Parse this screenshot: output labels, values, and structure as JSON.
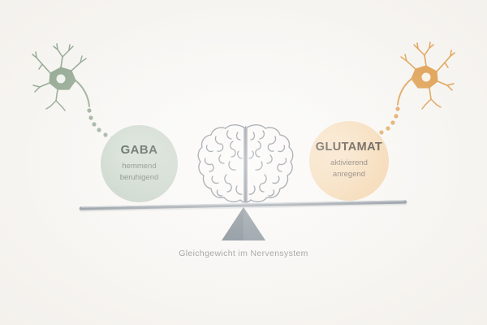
{
  "diagram": {
    "caption": "Gleichgewicht im Nervensystem",
    "background_color": "#f6f4f0"
  },
  "left_node": {
    "title": "GABA",
    "sub_line_1": "hemmend",
    "sub_line_2": "beruhigend",
    "color": "#c5d1c4",
    "accent_color": "#8fa58f",
    "neuron_icon": "neuron-icon",
    "trail_icon": "dotted-signal-trail-icon"
  },
  "right_node": {
    "title": "GLUTAMAT",
    "sub_line_1": "aktivierend",
    "sub_line_2": "anregend",
    "color": "#f4d6ae",
    "accent_color": "#e0a156",
    "neuron_icon": "neuron-icon",
    "trail_icon": "dotted-signal-trail-icon"
  },
  "center": {
    "icon": "brain-icon",
    "circle_color": "#ffffff",
    "outline_color": "#6d7780"
  },
  "balance": {
    "beam_icon": "balance-beam-icon",
    "fulcrum_icon": "fulcrum-triangle-icon",
    "beam_color": "#9aa2a8",
    "fulcrum_color": "#737f88"
  }
}
